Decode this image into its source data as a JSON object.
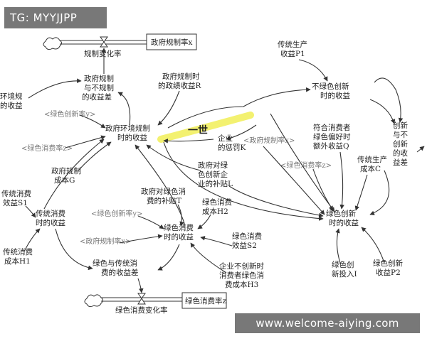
{
  "watermark_top": "TG: MYYJJPP",
  "watermark_bottom": "www.welcome-aiying.com",
  "overlay_stamp": "一世",
  "stocks": {
    "gov_rate": "政府规制率x",
    "green_rate": "绿色消费率z"
  },
  "flows": {
    "gov_change": "规制变化率",
    "green_change": "绿色消费变化率"
  },
  "nodes": {
    "gov_diff": [
      "政府规制",
      "与不规制",
      "的收益差"
    ],
    "gov_env_left": [
      "环境规",
      "的收益"
    ],
    "gov_perf": [
      "政府规制时",
      "的政绩收益R"
    ],
    "gov_env": [
      "政府环境规制",
      "时的收益"
    ],
    "green_innov_y": "<绿色创新率y>",
    "green_cons_z1": "<绿色消费率z>",
    "gov_cost": [
      "政府规制",
      "成本G"
    ],
    "penalty": [
      "企业",
      "的惩罚K"
    ],
    "gov_rate_x1": "<政府规制率x>",
    "subsidy_l": [
      "政府对绿",
      "色创新企",
      "业的补贴L"
    ],
    "trad_prod": [
      "传统生产",
      "收益P1"
    ],
    "nongreen": [
      "不绿色创新",
      "时的收益"
    ],
    "compliant": [
      "符合消费者",
      "绿色偏好时",
      "额外收益Q"
    ],
    "green_cons_z2": "<绿色消费率z>",
    "trad_cost": [
      "传统生产",
      "成本C"
    ],
    "innov_diff": [
      "创新",
      "与不",
      "创新",
      "的收",
      "益差"
    ],
    "trad_benefit": [
      "传统消费",
      "效益S1"
    ],
    "trad_cons": [
      "传统消费",
      "时的收益"
    ],
    "trad_cost_h1": [
      "传统消费",
      "成本H1"
    ],
    "subsidy_t": [
      "政府对绿色消",
      "费的补贴T"
    ],
    "green_innov_y2": "<绿色创新率y>",
    "green_cost_h2": [
      "绿色消费",
      "成本H2"
    ],
    "gov_rate_x2": "<政府规制率x>",
    "green_cons": [
      "绿色消费",
      "时的收益"
    ],
    "green_benefit_s2": [
      "绿色消费",
      "效益S2"
    ],
    "cons_diff": [
      "绿色与传统消",
      "费的收益差"
    ],
    "firm_subsidy_h3": [
      "企业不创新时",
      "消费者绿色消",
      "费成本H3"
    ],
    "green_innov": [
      "绿色创新",
      "时的收益"
    ],
    "green_invest": [
      "绿色创",
      "新投入I"
    ],
    "green_benefit_p2": [
      "绿色创新",
      "收益P2"
    ]
  }
}
